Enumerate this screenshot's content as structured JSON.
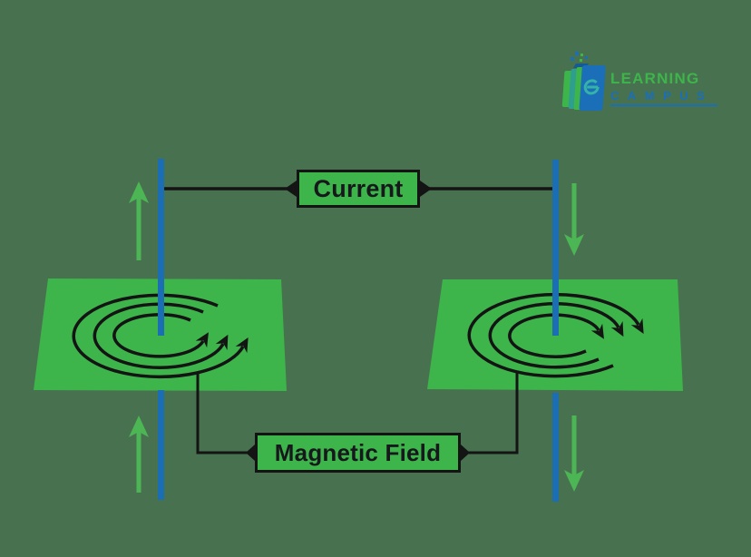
{
  "page": {
    "background_color": "#48714f",
    "description": "Diagram of magnetic field lines circling two vertical current-carrying wires"
  },
  "logo": {
    "line1": "LEARNING",
    "line2": "CAMPUS",
    "line1_color": "#3db54b",
    "line2_color": "#1b6fb8",
    "icon": "books-stack-icon"
  },
  "labels": {
    "current": "Current",
    "magnetic_field": "Magnetic Field",
    "box_fill": "#3db54b",
    "box_border": "#141414",
    "text_color": "#16181c"
  },
  "diagram": {
    "wire_color": "#1b6eb4",
    "plane_color": "#3db54b",
    "field_line_color": "#141414",
    "current_arrow_color": "#4cb554",
    "left_wire": {
      "current_direction": "up",
      "field_circulation": "counterclockwise",
      "field_loops": 3
    },
    "right_wire": {
      "current_direction": "down",
      "field_circulation": "clockwise",
      "field_loops": 3
    }
  }
}
